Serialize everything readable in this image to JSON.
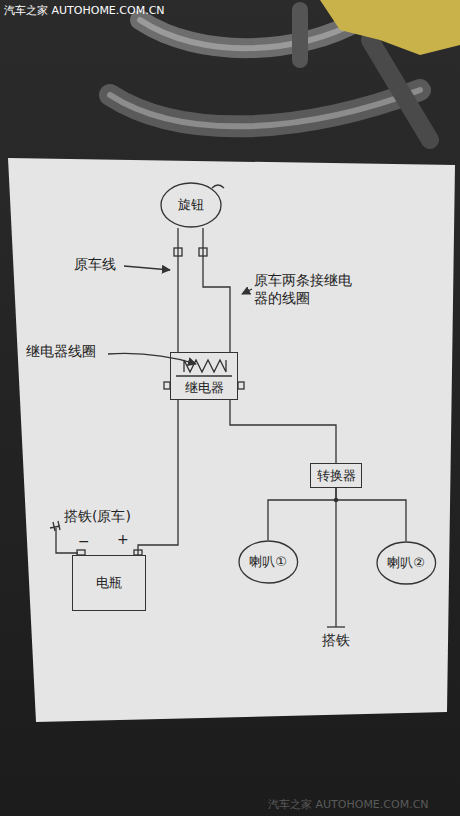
{
  "diagram": {
    "nodes": [
      {
        "text": [
          "旋钮"
        ]
      },
      {
        "text": [
          "继电器"
        ]
      },
      {
        "text": [
          "转换器"
        ]
      },
      {
        "text": [
          "喇叭①"
        ]
      },
      {
        "text": [
          "喇叭②"
        ]
      },
      {
        "text": [
          "电瓶"
        ]
      }
    ],
    "edges": [
      {
        "from": 0,
        "to": 1,
        "arrow": "none"
      },
      {
        "from": 0,
        "to": 1,
        "arrow": "none"
      },
      {
        "from": 1,
        "to": 5,
        "arrow": "none"
      },
      {
        "from": 1,
        "to": 2,
        "arrow": "none"
      },
      {
        "from": 2,
        "to": 3,
        "arrow": "none"
      },
      {
        "from": 2,
        "to": 4,
        "arrow": "none"
      }
    ],
    "labels": [
      "汽车之家  AUTOHOME.COM.CN",
      "原车线",
      "原车两条接继电器的线圈",
      "继电器线圈",
      "搭铁(原车)",
      "−",
      "+",
      "搭铁",
      "汽车之家  AUTOHOME.COM.CN"
    ]
  }
}
